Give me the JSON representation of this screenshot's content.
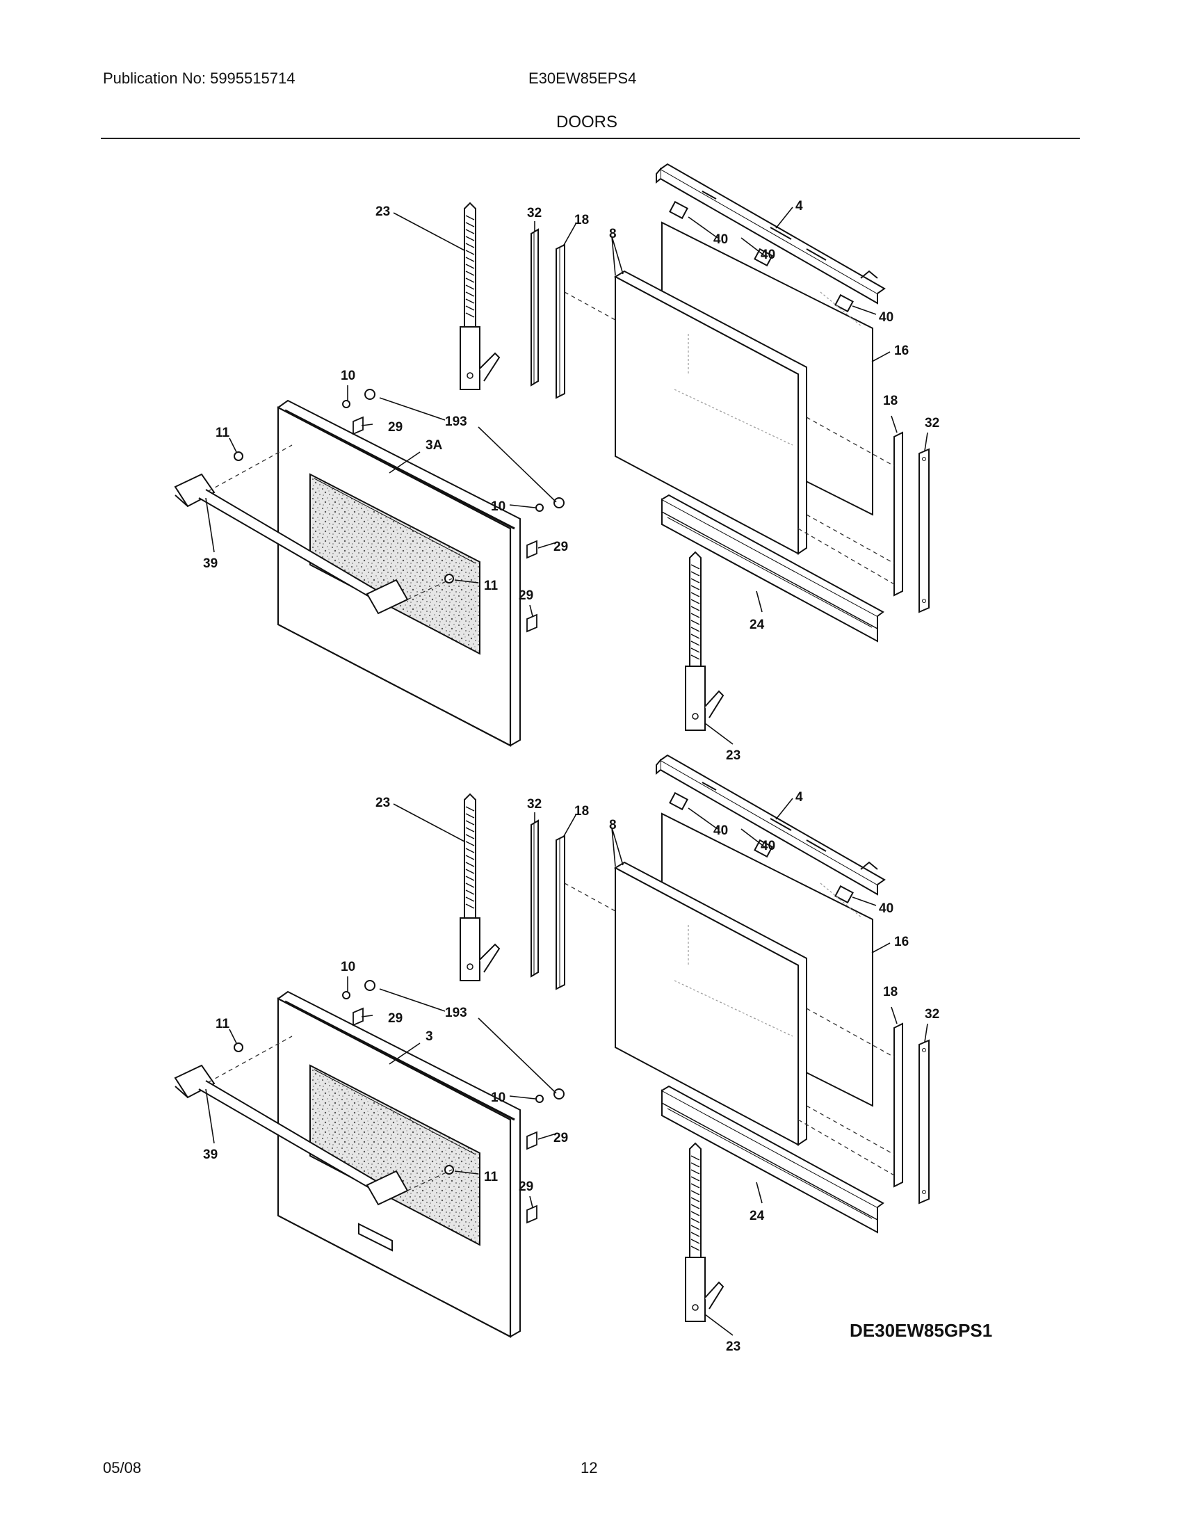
{
  "header": {
    "publication": "Publication No: 5995515714",
    "model": "E30EW85EPS4",
    "section": "DOORS"
  },
  "diagram": {
    "code": "DE30EW85GPS1",
    "upper_callouts": [
      "23",
      "32",
      "18",
      "8",
      "4",
      "40",
      "40",
      "40",
      "16",
      "10",
      "193",
      "29",
      "11",
      "3A",
      "10",
      "29",
      "39",
      "11",
      "29",
      "18",
      "32",
      "24",
      "23"
    ],
    "lower_callouts": [
      "23",
      "32",
      "18",
      "8",
      "4",
      "40",
      "40",
      "40",
      "16",
      "10",
      "193",
      "29",
      "11",
      "3",
      "10",
      "29",
      "39",
      "11",
      "29",
      "18",
      "32",
      "24",
      "23"
    ]
  },
  "footer": {
    "date": "05/08",
    "page": "12"
  }
}
